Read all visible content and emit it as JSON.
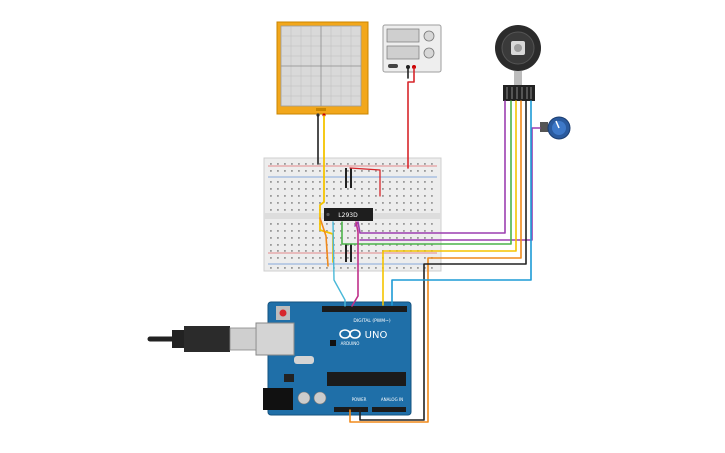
{
  "components": {
    "oscilloscope": {
      "label": "Oscilloscope",
      "screen_color": "#d9d9d9",
      "frame_color": "#f2a71b"
    },
    "power_supply": {
      "label": "Power Supply"
    },
    "motor": {
      "label": "DC Motor with Encoder"
    },
    "potentiometer": {
      "label": "Potentiometer"
    },
    "breadboard": {
      "label": "Breadboard"
    },
    "driver_ic": {
      "label": "L293D",
      "text": "L293D"
    },
    "arduino": {
      "label": "Arduino Uno",
      "brand": "ARDUINO",
      "model": "UNO",
      "digital_header": "DIGITAL (PWM~)",
      "power_header": "POWER",
      "analog_header": "ANALOG IN",
      "board_color": "#1f6fa8"
    },
    "usb_cable": {
      "label": "USB Cable"
    }
  },
  "wire_colors": {
    "red": "#d7262b",
    "black": "#222222",
    "orange": "#f08a1c",
    "yellow": "#f5c400",
    "green": "#4bb44a",
    "purple": "#9c3fb0",
    "blue": "#1d9bd6",
    "lightblue": "#49b8d8",
    "magenta": "#c0308a"
  }
}
